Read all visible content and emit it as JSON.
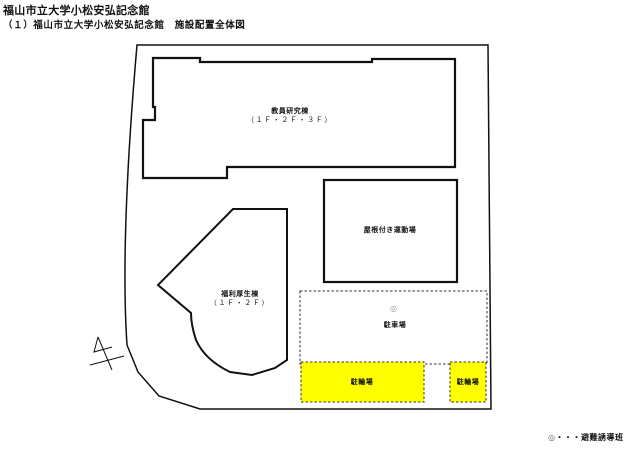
{
  "header": {
    "title": "福山市立大学小松安弘記念館",
    "subtitle": "（１）福山市立大学小松安弘記念館　施設配置全体図"
  },
  "map": {
    "north_symbol": "north-arrow",
    "buildings": [
      {
        "id": "faculty-research",
        "name": "教員研究棟",
        "floors": "（１Ｆ・２Ｆ・３Ｆ）"
      },
      {
        "id": "covered-ground",
        "name": "屋根付き運動場"
      },
      {
        "id": "welfare",
        "name": "福利厚生棟",
        "floors": "（１Ｆ・２Ｆ）"
      }
    ],
    "parking": {
      "name": "駐車場",
      "marker": "◎"
    },
    "bicycle_parking": [
      {
        "name": "駐輪場",
        "color": "#ffff00"
      },
      {
        "name": "駐輪場",
        "color": "#ffff00"
      }
    ]
  },
  "legend": {
    "symbol": "◎",
    "text": "・・・避難誘導班"
  },
  "colors": {
    "line": "#111111",
    "bicycle_fill": "#ffff00",
    "dashed": "#333333"
  }
}
